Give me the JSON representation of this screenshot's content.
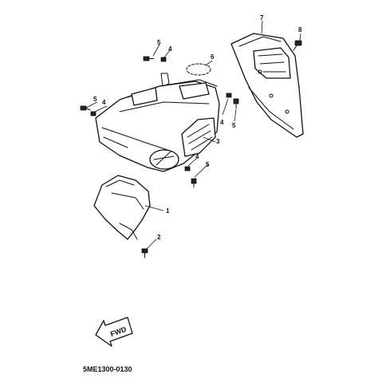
{
  "callouts": {
    "c1": "1",
    "c2": "2",
    "c3": "3",
    "c4a": "4",
    "c4b": "4",
    "c4c": "4",
    "c4d": "4",
    "c5a": "5",
    "c5b": "5",
    "c5c": "5",
    "c5d": "5",
    "c6": "6",
    "c7": "7",
    "c8": "8"
  },
  "fwd_label": "FWD",
  "diagram_code": "5ME1300-0130"
}
